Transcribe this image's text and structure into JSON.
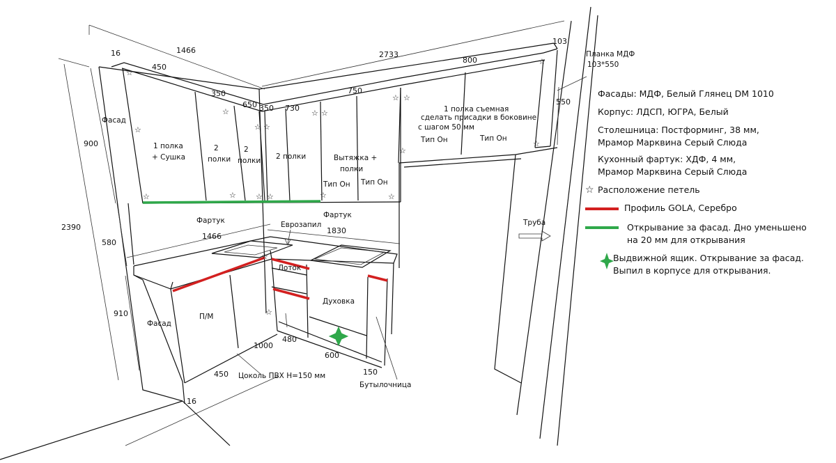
{
  "colors": {
    "gola": "#d32020",
    "facade_open": "#2fa84a",
    "drawer": "#2fa84a",
    "line": "#111111"
  },
  "dimensions": {
    "top_left_16": "16",
    "top_1466": "1466",
    "top_2733": "2733",
    "top_103": "103",
    "upper_450": "450",
    "upper_350": "350",
    "upper_650": "650",
    "upper_350b": "350",
    "upper_730": "730",
    "upper_750": "750",
    "upper_800": "800",
    "height_900": "900",
    "height_2390": "2390",
    "height_580": "580",
    "height_910": "910",
    "height_550": "550",
    "counter_1466": "1466",
    "counter_1830": "1830",
    "base_1000": "1000",
    "base_480": "480",
    "base_600": "600",
    "base_450": "450",
    "base_150": "150",
    "base_16": "16"
  },
  "labels": {
    "facade_upper": "Фасад",
    "facade_lower": "Фасад",
    "shelf_dryer_1": "1 полка",
    "shelf_dryer_2": "+ Сушка",
    "two_shelves_a1": "2",
    "two_shelves_a2": "полки",
    "two_shelves_b1": "2",
    "two_shelves_b2": "полки",
    "two_shelves_c": "2 полки",
    "hood_1": "Вытяжка +",
    "hood_2": "полки",
    "tip_on_1": "Тип Он",
    "tip_on_2": "Тип Он",
    "tip_on_3": "Тип Он",
    "tip_on_4": "Тип Он",
    "removable_1": "1 полка съемная",
    "removable_2": "сделать присадки в боковине",
    "removable_3": "с шагом 50 мм",
    "apron_left": "Фартук",
    "apron_right": "Фартук",
    "eurocut": "Еврозапил",
    "tray": "Лоток",
    "oven": "Духовка",
    "dishwasher": "П/М",
    "plinth": "Цоколь ПВХ Н=150 мм",
    "bottle_holder": "Бутылочница",
    "pipe": "Труба",
    "mdf_strip_1": "Планка МДФ",
    "mdf_strip_2": "103*550"
  },
  "legend": {
    "facades": "Фасады: МДФ, Белый Глянец DM 1010",
    "body": "Корпус: ЛДСП, ЮГРА, Белый",
    "countertop_1": "Столешница: Постформинг, 38 мм,",
    "countertop_2": "Мрамор Марквина Серый Слюда",
    "backsplash_1": "Кухонный фартук: ХДФ, 4 мм,",
    "backsplash_2": "Мрамор Марквина Серый Слюда",
    "hinges": "Расположение петель",
    "gola": "Профиль GOLA, Серебро",
    "open_1": "Открывание за фасад. Дно уменьшено",
    "open_2": "на 20 мм для открывания",
    "drawer_1": "Выдвижной ящик. Открывание за фасад.",
    "drawer_2": "Выпил в корпусе для открывания.",
    "hinge_symbol": "☆"
  }
}
